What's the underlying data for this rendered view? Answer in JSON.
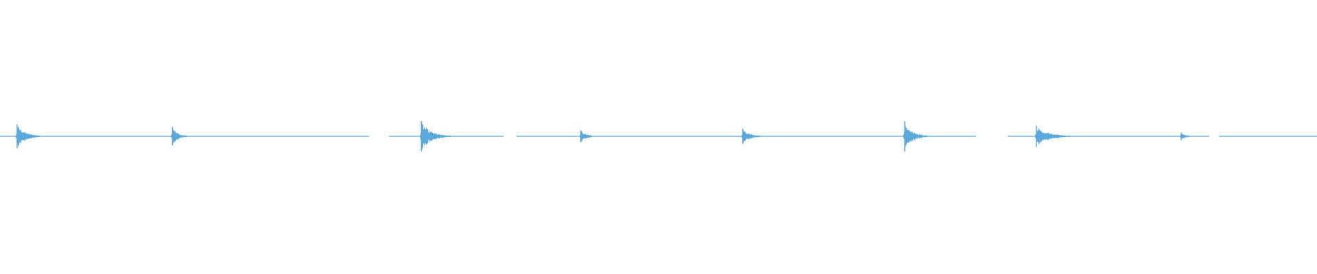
{
  "waveform": {
    "color": "#5aa9dd",
    "background": "#ffffff"
  },
  "chart_data": {
    "type": "line",
    "title": "",
    "xlabel": "",
    "ylabel": "",
    "xlim": [
      0,
      1
    ],
    "ylim": [
      -1,
      1
    ],
    "grid": false,
    "legend": "none",
    "bursts": [
      {
        "t": 0.013,
        "amplitude": 0.16,
        "decay": 0.018
      },
      {
        "t": 0.131,
        "amplitude": 0.12,
        "decay": 0.012
      },
      {
        "t": 0.32,
        "amplitude": 0.2,
        "decay": 0.02
      },
      {
        "t": 0.441,
        "amplitude": 0.08,
        "decay": 0.012
      },
      {
        "t": 0.564,
        "amplitude": 0.1,
        "decay": 0.016
      },
      {
        "t": 0.687,
        "amplitude": 0.2,
        "decay": 0.016
      },
      {
        "t": 0.787,
        "amplitude": 0.14,
        "decay": 0.025
      },
      {
        "t": 0.897,
        "amplitude": 0.05,
        "decay": 0.01
      }
    ],
    "silences": [
      [
        0.28,
        0.295
      ],
      [
        0.382,
        0.392
      ],
      [
        0.741,
        0.765
      ],
      [
        0.918,
        0.925
      ]
    ]
  }
}
